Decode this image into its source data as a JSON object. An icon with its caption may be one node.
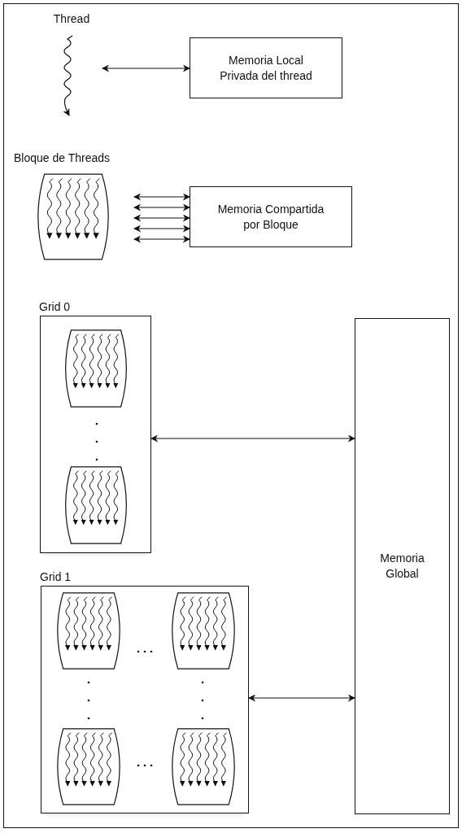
{
  "diagram": {
    "nodes": [
      {
        "text": [
          "Thread"
        ]
      },
      {
        "text": [
          "Memoria Local Privada del thread"
        ]
      },
      {
        "text": [
          "Bloque de Threads"
        ]
      },
      {
        "text": [
          "Memoria Compartida por Bloque"
        ]
      },
      {
        "text": [
          "Grid 0"
        ]
      },
      {
        "text": [],
        "shape": "picture",
        "in": 4
      },
      {
        "text": [],
        "shape": "picture",
        "in": 4
      },
      {
        "text": [
          "Grid 1"
        ]
      },
      {
        "text": [],
        "shape": "picture",
        "in": 7
      },
      {
        "text": [],
        "shape": "picture",
        "in": 7
      },
      {
        "text": [],
        "shape": "picture",
        "in": 7
      },
      {
        "text": [],
        "shape": "picture",
        "in": 7
      },
      {
        "text": [
          "Memoria Global"
        ]
      }
    ],
    "edges": [
      {
        "from": 0,
        "to": 1,
        "arrow": "both"
      },
      {
        "from": 2,
        "to": 3,
        "arrow": "both"
      },
      {
        "from": 2,
        "to": 3,
        "arrow": "both"
      },
      {
        "from": 2,
        "to": 3,
        "arrow": "both"
      },
      {
        "from": 2,
        "to": 3,
        "arrow": "both"
      },
      {
        "from": 2,
        "to": 3,
        "arrow": "both"
      },
      {
        "from": 4,
        "to": 12,
        "arrow": "both"
      },
      {
        "from": 7,
        "to": 12,
        "arrow": "both"
      }
    ]
  }
}
